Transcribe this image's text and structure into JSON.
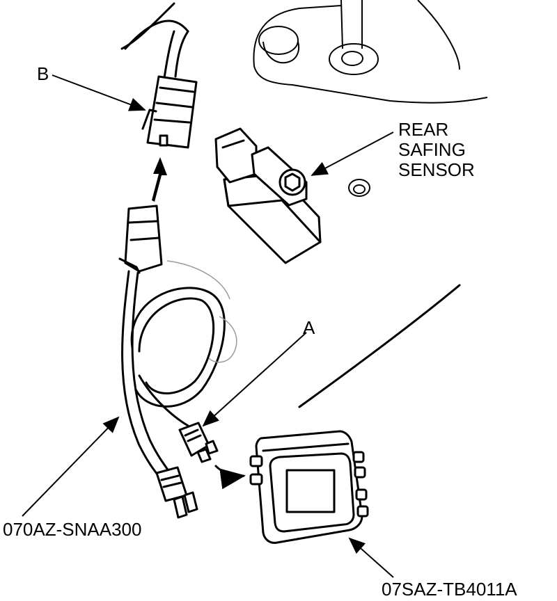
{
  "labels": {
    "connector_b": "B",
    "connector_a": "A",
    "rear_safing_sensor": [
      "REAR",
      "SAFING",
      "SENSOR"
    ],
    "harness_tool": "070AZ-SNAA300",
    "simulator_tool": "07SAZ-TB4011A"
  },
  "colors": {
    "line": "#000000",
    "background": "#ffffff"
  }
}
